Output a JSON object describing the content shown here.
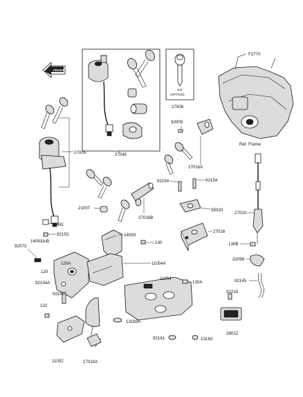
{
  "diagram": {
    "figure_id": "F2770",
    "front_label": "FRONT",
    "option_box": {
      "caption_line1": "※※",
      "caption_line2": "(OPTION)",
      "part": "27008"
    },
    "ref_label": "Ref. Frame",
    "part_labels": [
      "27005",
      "27045",
      "27008",
      "92009",
      "27016A",
      "92154",
      "92154",
      "55020",
      "27016",
      "27010",
      "130B",
      "32099",
      "92145",
      "461",
      "92153",
      "21007",
      "27016B",
      "14093A/B",
      "14093",
      "130",
      "92073",
      "120A",
      "120",
      "92154A",
      "11054A",
      "11054",
      "130A",
      "92150",
      "132",
      "13183A",
      "92210",
      "28012",
      "92161",
      "13183",
      "11052",
      "27010A"
    ]
  }
}
